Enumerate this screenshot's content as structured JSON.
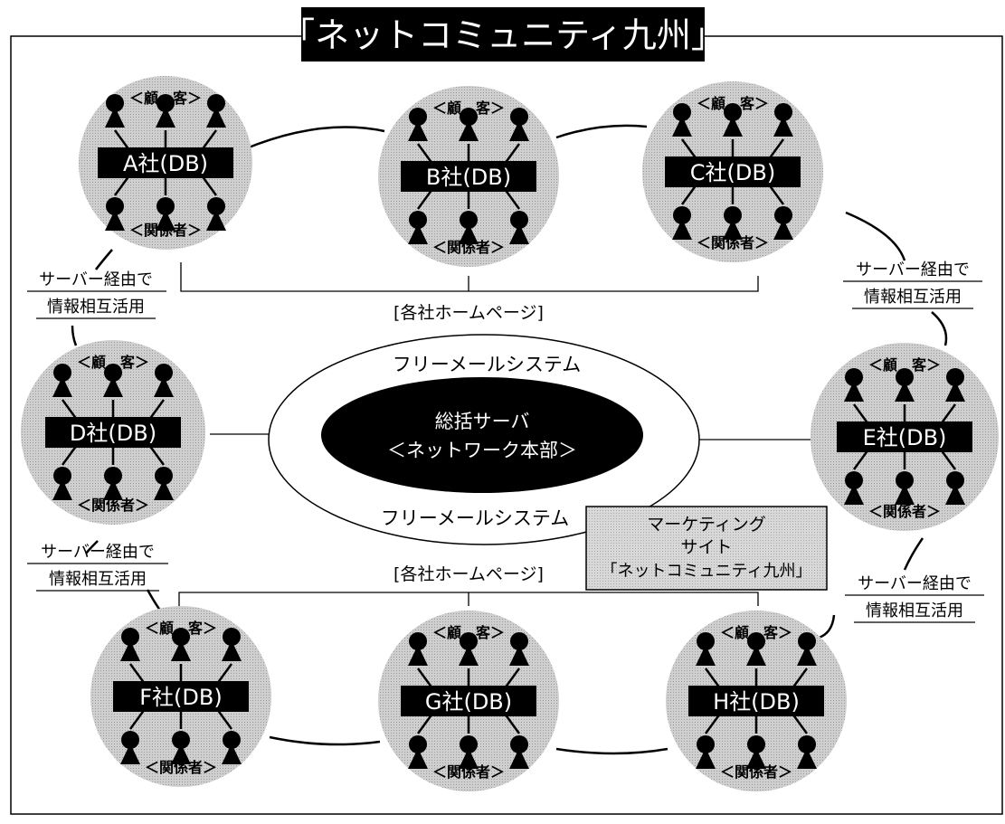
{
  "title": "「ネットコミュニティ九州」",
  "colors": {
    "ink": "#000000",
    "company_bubble": "#c8c8c8",
    "marketing_box": "#d0d0d0",
    "server_fill": "#000000",
    "paper": "#ffffff"
  },
  "company_labels": {
    "customers": "＜顧　客＞",
    "stakeholders": "＜関係者＞"
  },
  "companies": [
    {
      "id": "A",
      "label": "A社(DB)"
    },
    {
      "id": "B",
      "label": "B社(DB)"
    },
    {
      "id": "C",
      "label": "C社(DB)"
    },
    {
      "id": "D",
      "label": "D社(DB)"
    },
    {
      "id": "E",
      "label": "E社(DB)"
    },
    {
      "id": "F",
      "label": "F社(DB)"
    },
    {
      "id": "G",
      "label": "G社(DB)"
    },
    {
      "id": "H",
      "label": "H社(DB)"
    }
  ],
  "server": {
    "line1": "総括サーバ",
    "line2": "＜ネットワーク本部＞"
  },
  "free_mail": {
    "top": "フリーメールシステム",
    "bottom": "フリーメールシステム"
  },
  "homepage_labels": {
    "top": "[各社ホームページ]",
    "bottom": "[各社ホームページ]"
  },
  "server_share": [
    {
      "line1": "サーバー経由で",
      "line2": "情報相互活用"
    },
    {
      "line1": "サーバー経由で",
      "line2": "情報相互活用"
    },
    {
      "line1": "サーバー経由で",
      "line2": "情報相互活用"
    },
    {
      "line1": "サーバー経由で",
      "line2": "情報相互活用"
    }
  ],
  "marketing_site": {
    "line1": "マーケティング",
    "line2": "サイト",
    "line3": "「ネットコミュニティ九州」"
  }
}
